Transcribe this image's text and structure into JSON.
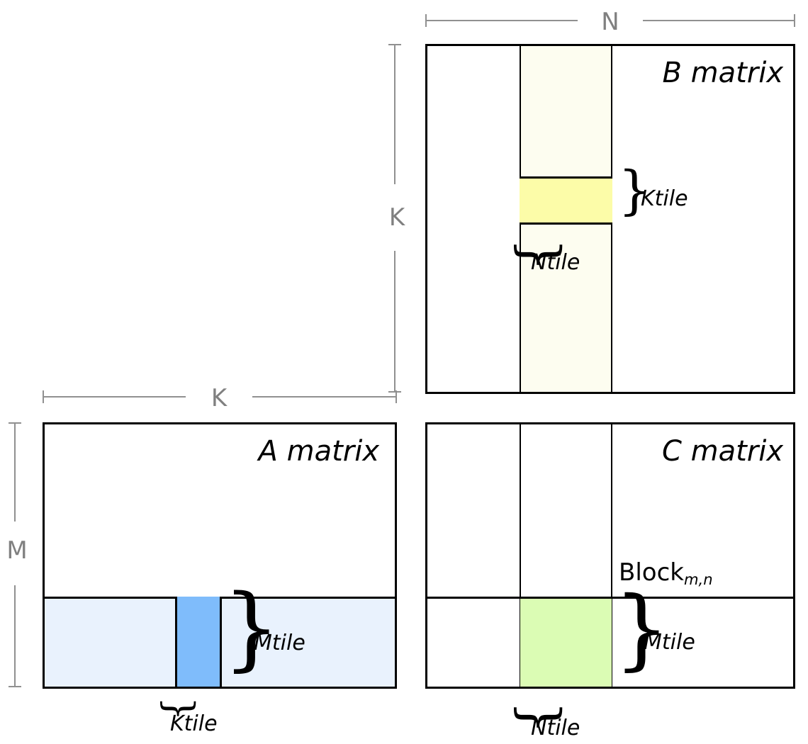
{
  "diagram": {
    "title_b": "B matrix",
    "title_a": "A matrix",
    "title_c": "C matrix",
    "block_label_base": "Block",
    "block_label_sub": "m,n",
    "dimensions": {
      "n": "N",
      "k_vertical": "K",
      "k_horizontal": "K",
      "m": "M"
    },
    "braces": {
      "b_ktile": "Ktile",
      "b_ntile": "Ntile",
      "a_mtile": "Mtile",
      "a_ktile": "Ktile",
      "c_mtile": "Mtile",
      "c_ntile": "Ntile",
      "glyph_right": "}",
      "glyph_bottom": "}"
    },
    "colors": {
      "b_strip": "#FDFDF0",
      "b_tile": "#FCFCA8",
      "a_strip": "#E9F2FD",
      "a_tile": "#7FBCFB",
      "c_tile": "#DBFCB4",
      "outline": "#000000",
      "measure": "#909090",
      "measure_text": "#808080",
      "background": "#FFFFFF"
    }
  }
}
